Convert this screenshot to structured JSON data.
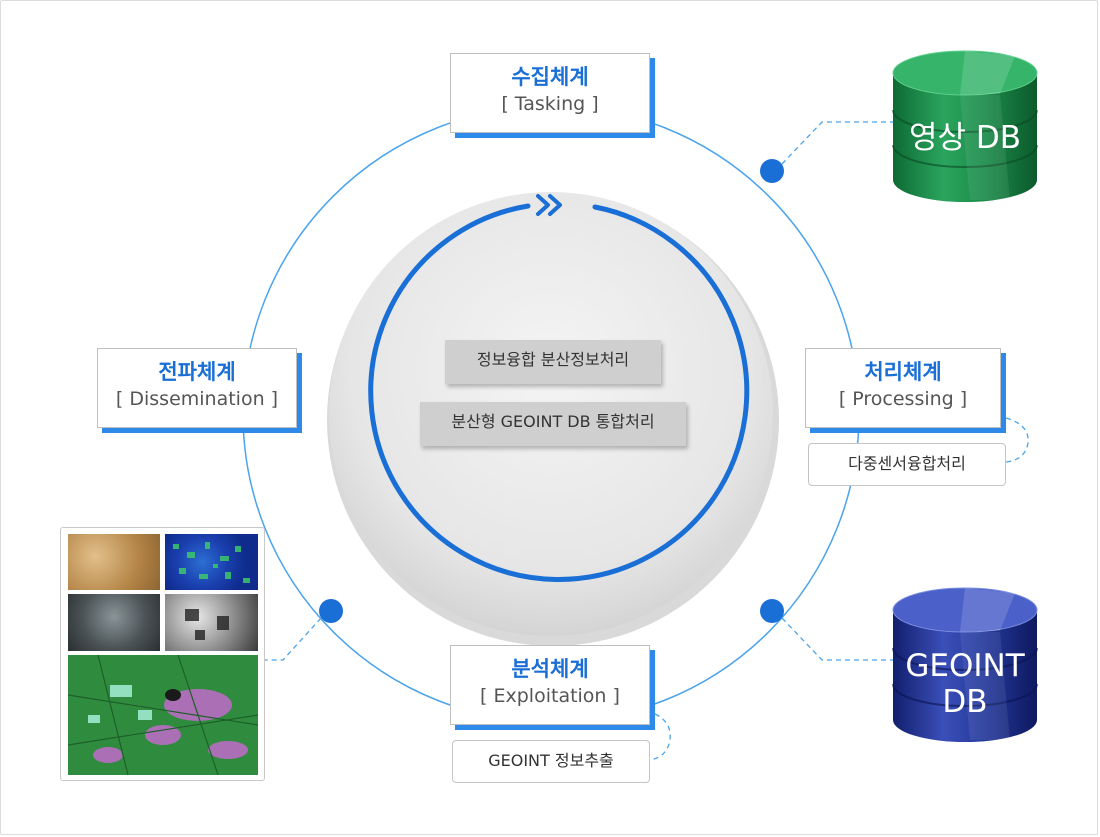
{
  "center": {
    "label_1": "정보융합 분산정보처리",
    "label_2": "분산형 GEOINT DB 통합처리"
  },
  "stages": {
    "tasking": {
      "title": "수집체계",
      "subtitle": "[ Tasking ]"
    },
    "processing": {
      "title": "처리체계",
      "subtitle": "[ Processing ]",
      "note": "다중센서융합처리"
    },
    "exploitation": {
      "title": "분석체계",
      "subtitle": "[ Exploitation ]",
      "note": "GEOINT 정보추출"
    },
    "dissemination": {
      "title": "전파체계",
      "subtitle": "[ Dissemination ]"
    }
  },
  "databases": {
    "imagery": {
      "label": "영상 DB",
      "color": "#1f8a4c"
    },
    "geoint": {
      "label_line1": "GEOINT",
      "label_line2": "DB",
      "color": "#2a3f9e"
    }
  },
  "colors": {
    "accent": "#1a6fd6",
    "ring": "#3d9be9"
  }
}
